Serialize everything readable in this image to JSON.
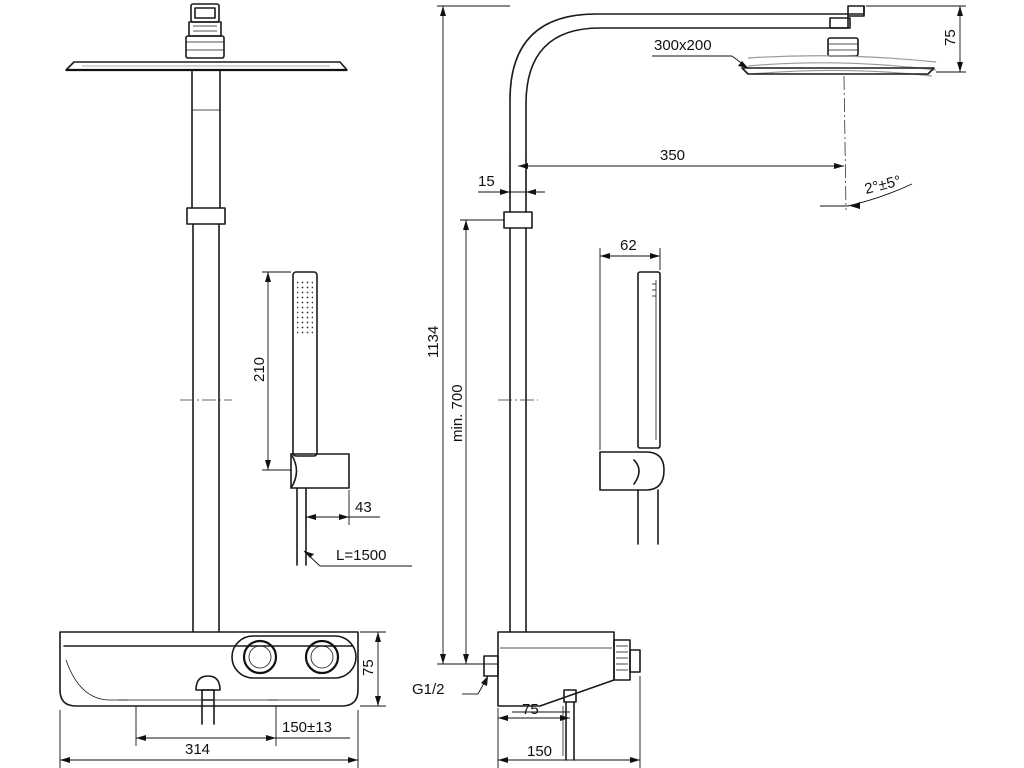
{
  "dimensions": {
    "head_size": "300x200",
    "head_height": "75",
    "arm_reach": "350",
    "pipe_offset": "15",
    "angle": "2°±5°",
    "total_height": "1134",
    "min_height": "min. 700",
    "handshower_width": "62",
    "handshower_length": "210",
    "holder_depth": "43",
    "hose_length": "L=1500",
    "shelf_height": "75",
    "inlet_spacing": "150±13",
    "shelf_width": "314",
    "connection": "G1/2",
    "valve_offset": "75",
    "wall_depth": "150"
  }
}
